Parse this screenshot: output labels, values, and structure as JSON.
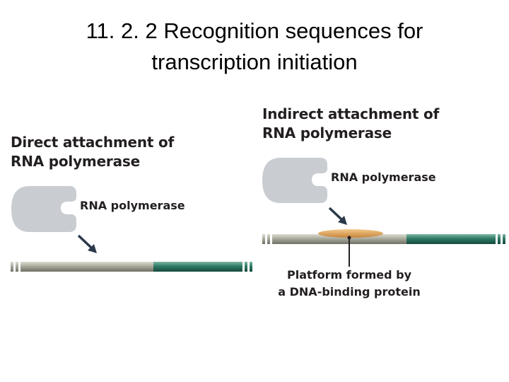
{
  "slide": {
    "title_line1": "11. 2. 2 Recognition sequences for",
    "title_line2": "transcription initiation"
  },
  "direct_panel": {
    "heading_line1": "Direct attachment of",
    "heading_line2": "RNA polymerase",
    "polymerase_label": "RNA polymerase"
  },
  "indirect_panel": {
    "heading_line1": "Indirect attachment of",
    "heading_line2": "RNA polymerase",
    "polymerase_label": "RNA polymerase",
    "platform_label_line1": "Platform formed by",
    "platform_label_line2": "a DNA-binding protein"
  },
  "colors": {
    "polymerase": "#c9cdd1",
    "dna_gray": "#a3a497",
    "dna_green": "#2f7a66",
    "platform": "#dba04e",
    "arrow": "#2b3a4a",
    "text": "#231f20"
  }
}
